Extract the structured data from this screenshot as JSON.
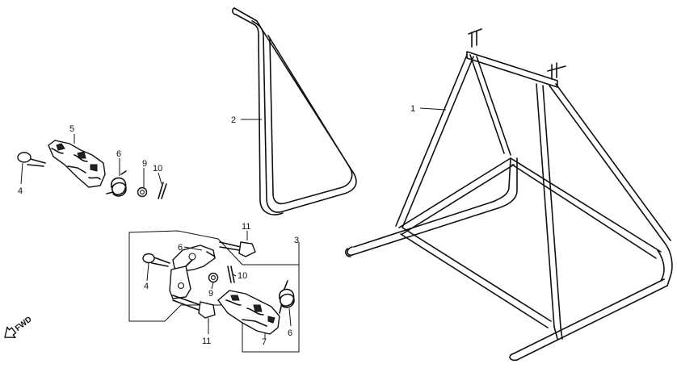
{
  "callouts": {
    "c1": "1",
    "c2": "2",
    "c3": "3",
    "c4a": "4",
    "c4b": "4",
    "c5": "5",
    "c6a": "6",
    "c6b": "6",
    "c6c": "6",
    "c7": "7",
    "c9a": "9",
    "c9b": "9",
    "c10a": "10",
    "c10b": "10",
    "c11a": "11",
    "c11b": "11"
  },
  "direction": {
    "label": "FWD",
    "icon": "arrow-icon"
  }
}
